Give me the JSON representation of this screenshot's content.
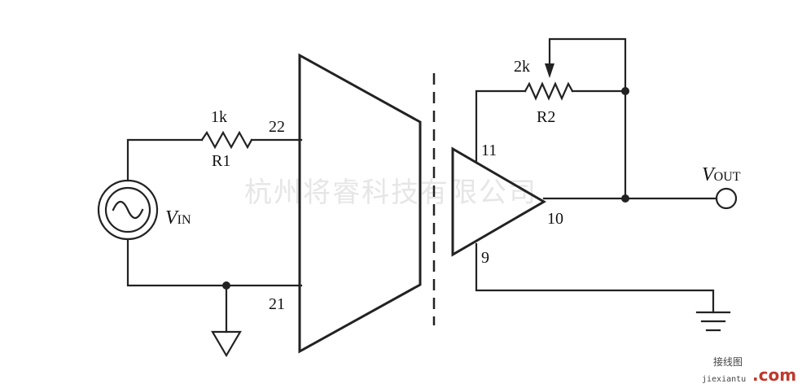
{
  "watermark": "杭州将睿科技有限公司",
  "components": {
    "r1": {
      "name": "R1",
      "value": "1k"
    },
    "r2": {
      "name": "R2",
      "value": "2k"
    },
    "vin": {
      "symbol": "V",
      "subscript": "IN"
    },
    "vout": {
      "symbol": "V",
      "subscript": "OUT"
    }
  },
  "pins": {
    "p22": "22",
    "p21": "21",
    "p11": "11",
    "p10": "10",
    "p9": "9"
  },
  "logo": {
    "chinese": "接线图",
    "latin": "jiexiantu",
    "suffix": ".com"
  },
  "colors": {
    "ink": "#222222",
    "watermark": "#e6e6e6",
    "logo_accent": "#c0392b"
  }
}
